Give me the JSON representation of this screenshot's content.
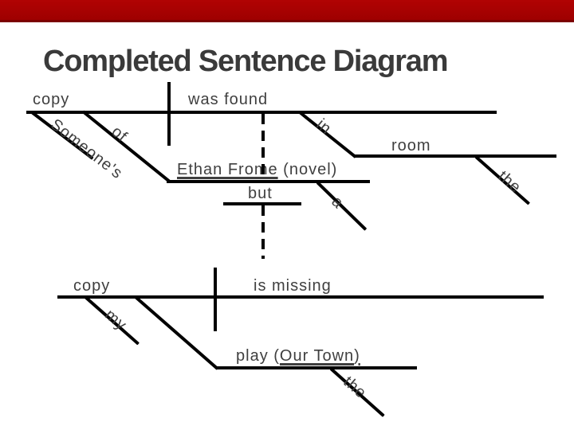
{
  "slide": {
    "title": "Completed Sentence Diagram"
  },
  "colors": {
    "accent_bar": "#a60000",
    "accent_bar_edge": "#7c0000",
    "diagram_line": "#000000",
    "text": "#3f3f3f",
    "background": "#ffffff"
  },
  "clause1": {
    "subject": "copy",
    "verb": "was found",
    "possessive_modifier": "Someone's",
    "preposition_of": "of",
    "object_title": "Ethan Frome",
    "object_appositive": " (novel)",
    "appositive_article": "a",
    "preposition_in": "in",
    "prep_object": "room",
    "prep_object_article": "the"
  },
  "conjunction": "but",
  "clause2": {
    "subject": "copy",
    "verb": "is missing",
    "possessive_modifier": "my",
    "object_prefix": "play (",
    "object_title": "Our Town",
    "object_suffix": ")",
    "object_article": "the"
  }
}
